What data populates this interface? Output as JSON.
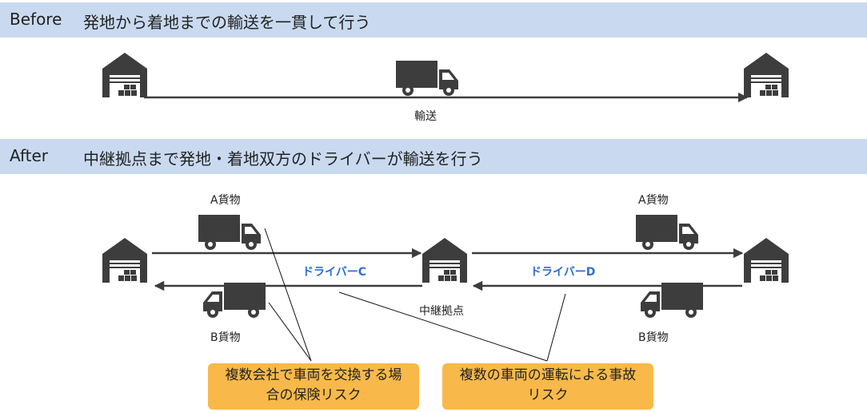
{
  "before": {
    "tag": "Before",
    "description": "発地から着地までの輸送を一貫して行う",
    "route_label": "輸送"
  },
  "after": {
    "tag": "After",
    "description": "中継拠点まで発地・着地双方のドライバーが輸送を行う",
    "cargo_a_left": "A貨物",
    "cargo_b_left": "B貨物",
    "cargo_a_right": "A貨物",
    "cargo_b_right": "B貨物",
    "driver_c": "ドライバーC",
    "driver_d": "ドライバーD",
    "relay_label": "中継拠点"
  },
  "callouts": {
    "insurance_risk": "複数会社で車両を交換する場合の保険リスク",
    "accident_risk": "複数の車両の運転による事故リスク"
  },
  "colors": {
    "band": "#c9daf0",
    "icon": "#3d3d3d",
    "driver_label": "#2f6fd0",
    "callout": "#f8b94a"
  }
}
